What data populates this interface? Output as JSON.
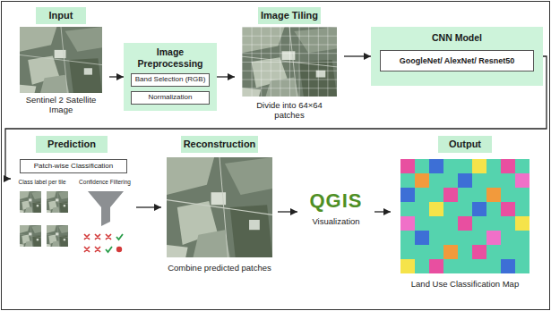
{
  "diagram": {
    "nodes": [
      {
        "text": [
          "Input",
          "Sentinel 2 Satellite Image"
        ]
      },
      {
        "text": [
          "Image Preprocessing"
        ]
      },
      {
        "text": [
          "Band Selection (RGB)"
        ],
        "in": 1
      },
      {
        "text": [
          "Normalization"
        ],
        "in": 1
      },
      {
        "text": [
          "Image Tiling",
          "Divide into 64×64 patches"
        ]
      },
      {
        "text": [
          "CNN Model"
        ]
      },
      {
        "text": [
          "GoogleNet/ AlexNet/ Resnet50"
        ],
        "in": 5
      },
      {
        "text": [
          "Prediction",
          "Class label per tile",
          "Confidence Filtering"
        ]
      },
      {
        "text": [
          "Patch-wise Classification"
        ],
        "in": 7
      },
      {
        "text": [
          "Reconstruction",
          "Combine predicted patches"
        ]
      },
      {
        "text": [
          "QGIS",
          "Visualization"
        ]
      },
      {
        "text": [
          "Output",
          "Land Use Classification Map"
        ]
      }
    ],
    "edges": [
      {
        "from": 0,
        "to": 1,
        "arrow": "to"
      },
      {
        "from": 1,
        "to": 4,
        "arrow": "to"
      },
      {
        "from": 4,
        "to": 5,
        "arrow": "to"
      },
      {
        "from": 5,
        "to": 7,
        "arrow": "to"
      },
      {
        "from": 7,
        "to": 9,
        "arrow": "to"
      },
      {
        "from": 9,
        "to": 10,
        "arrow": "to"
      },
      {
        "from": 10,
        "to": 11,
        "arrow": "to"
      }
    ]
  }
}
